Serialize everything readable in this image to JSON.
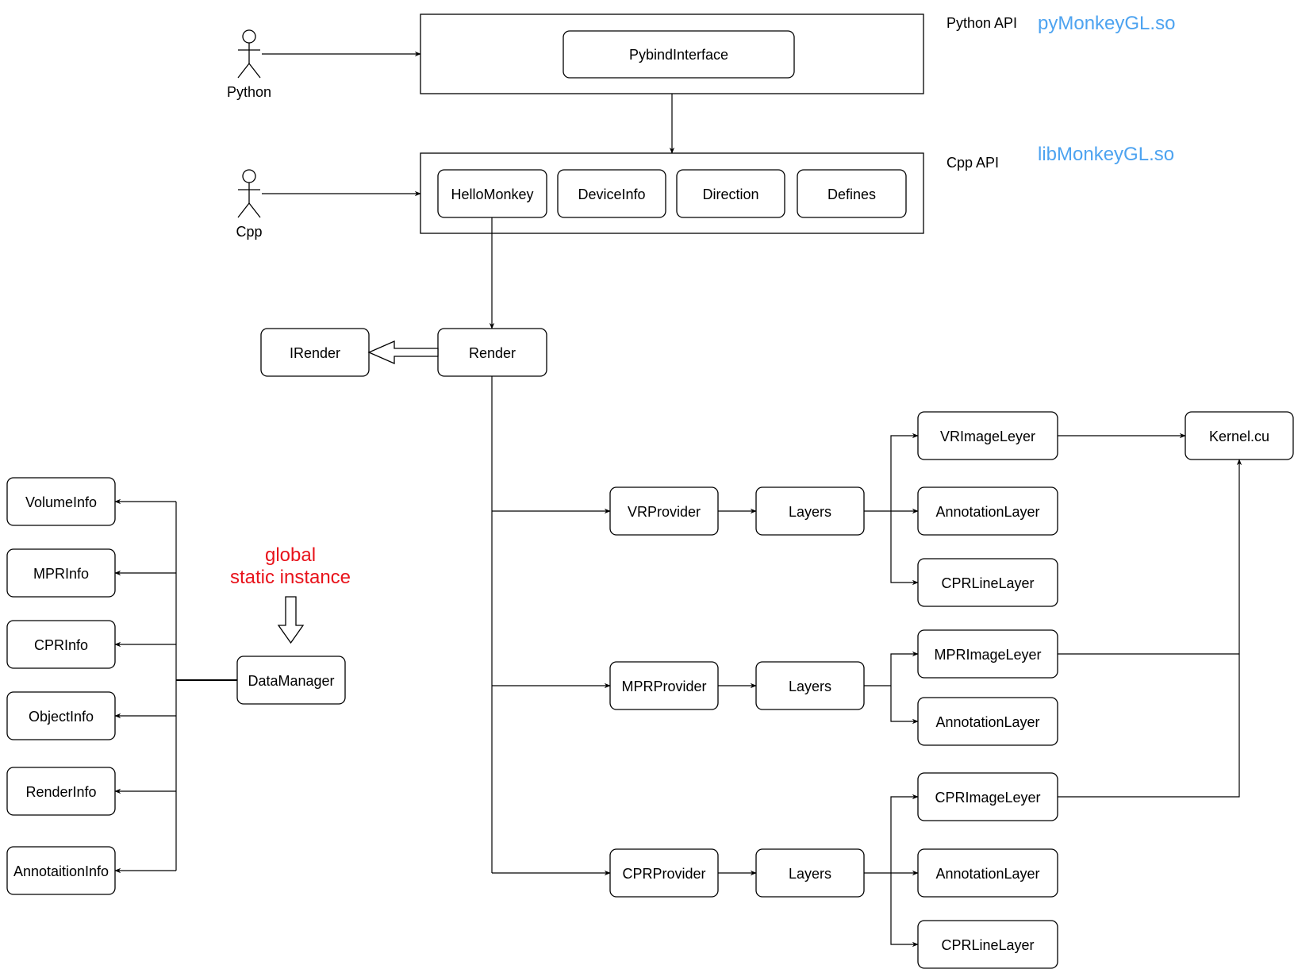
{
  "actors": {
    "python": "Python",
    "cpp": "Cpp"
  },
  "python_api": {
    "label": "Python API",
    "library": "pyMonkeyGL.so",
    "interface": "PybindInterface"
  },
  "cpp_api": {
    "label": "Cpp API",
    "library": "libMonkeyGL.so",
    "classes": [
      "HelloMonkey",
      "DeviceInfo",
      "Direction",
      "Defines"
    ]
  },
  "render": {
    "interface": "IRender",
    "impl": "Render"
  },
  "providers": [
    {
      "name": "VRProvider",
      "layers": "Layers",
      "items": [
        "VRImageLeyer",
        "AnnotationLayer",
        "CPRLineLayer"
      ]
    },
    {
      "name": "MPRProvider",
      "layers": "Layers",
      "items": [
        "MPRImageLeyer",
        "AnnotationLayer"
      ]
    },
    {
      "name": "CPRProvider",
      "layers": "Layers",
      "items": [
        "CPRImageLeyer",
        "AnnotationLayer",
        "CPRLineLayer"
      ]
    }
  ],
  "kernel": "Kernel.cu",
  "data_manager": {
    "name": "DataManager",
    "note_line1": "global",
    "note_line2": "static instance",
    "infos": [
      "VolumeInfo",
      "MPRInfo",
      "CPRInfo",
      "ObjectInfo",
      "RenderInfo",
      "AnnotaitionInfo"
    ]
  },
  "colors": {
    "library_text": "#4da3f0",
    "note_text": "#e8131b",
    "stroke": "#000000"
  }
}
